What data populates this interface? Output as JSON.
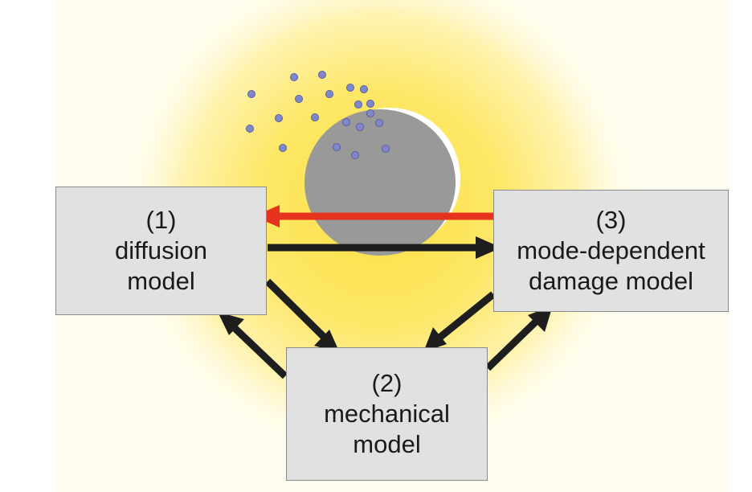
{
  "boxes": {
    "diffusion": {
      "number": "(1)",
      "line1": "diffusion",
      "line2": "model"
    },
    "mechanical": {
      "number": "(2)",
      "line1": "mechanical",
      "line2": "model"
    },
    "damage": {
      "number": "(3)",
      "line1": "mode-dependent",
      "line2": "damage model"
    }
  },
  "colors": {
    "glow_center": "#fde047",
    "glow_edge": "#fff8d6",
    "panel_background": "#fffdf0",
    "particle": "#7f86c9",
    "particle_edge": "#4e5596",
    "particle_body": "#999999",
    "box_fill": "#e1e1e1",
    "box_border": "#8a8a8a",
    "arrow_black": "#1e1e1e",
    "arrow_red": "#e5331e"
  }
}
